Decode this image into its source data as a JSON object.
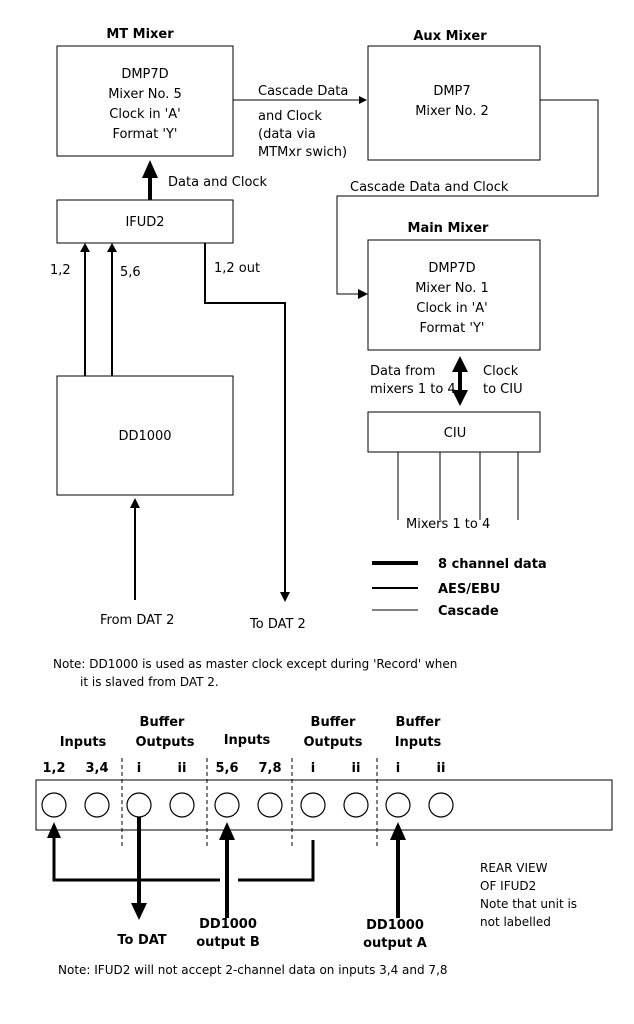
{
  "mt_mixer": {
    "title": "MT Mixer",
    "lines": [
      "DMP7D",
      "Mixer No. 5",
      "Clock in 'A'",
      "Format 'Y'"
    ]
  },
  "aux_mixer": {
    "title": "Aux Mixer",
    "lines": [
      "DMP7",
      "Mixer No. 2"
    ]
  },
  "main_mixer": {
    "title": "Main Mixer",
    "lines": [
      "DMP7D",
      "Mixer No. 1",
      "Clock in 'A'",
      "Format 'Y'"
    ]
  },
  "ifud2": {
    "label": "IFUD2"
  },
  "dd1000": {
    "label": "DD1000"
  },
  "ciu": {
    "label": "CIU"
  },
  "connections": {
    "cascade_mt_aux": [
      "Cascade Data",
      "and Clock",
      "(data via",
      "MTMxr swich)"
    ],
    "data_and_clock": "Data and Clock",
    "cascade_aux_main": "Cascade Data and Clock",
    "in_1_2": "1,2",
    "in_5_6": "5,6",
    "out_1_2": "1,2 out",
    "from_dat": "From DAT 2",
    "to_dat": "To DAT 2",
    "data_from": [
      "Data from",
      "mixers 1 to 4"
    ],
    "clock_to": [
      "Clock",
      "to CIU"
    ],
    "mixers_1_4": "Mixers 1 to 4"
  },
  "legend": {
    "items": [
      "8 channel data",
      "AES/EBU",
      "Cascade"
    ]
  },
  "note1": [
    "Note: DD1000 is used as master clock except during 'Record' when",
    "it is slaved from  DAT 2."
  ],
  "panel": {
    "group_headers": [
      [
        "Inputs"
      ],
      [
        "Buffer",
        "Outputs"
      ],
      [
        "Inputs"
      ],
      [
        "Buffer",
        "Outputs"
      ],
      [
        "Buffer",
        "Inputs"
      ]
    ],
    "jack_labels": [
      "1,2",
      "3,4",
      "i",
      "ii",
      "5,6",
      "7,8",
      "i",
      "ii",
      "i",
      "ii"
    ],
    "to_dat": "To DAT",
    "dd1000_b": [
      "DD1000",
      "output B"
    ],
    "dd1000_a": [
      "DD1000",
      "output A"
    ],
    "rear_view": [
      "REAR VIEW",
      "OF IFUD2",
      "Note that unit is",
      "not labelled"
    ]
  },
  "note2": "Note: IFUD2 will not accept 2-channel data on inputs 3,4 and 7,8"
}
